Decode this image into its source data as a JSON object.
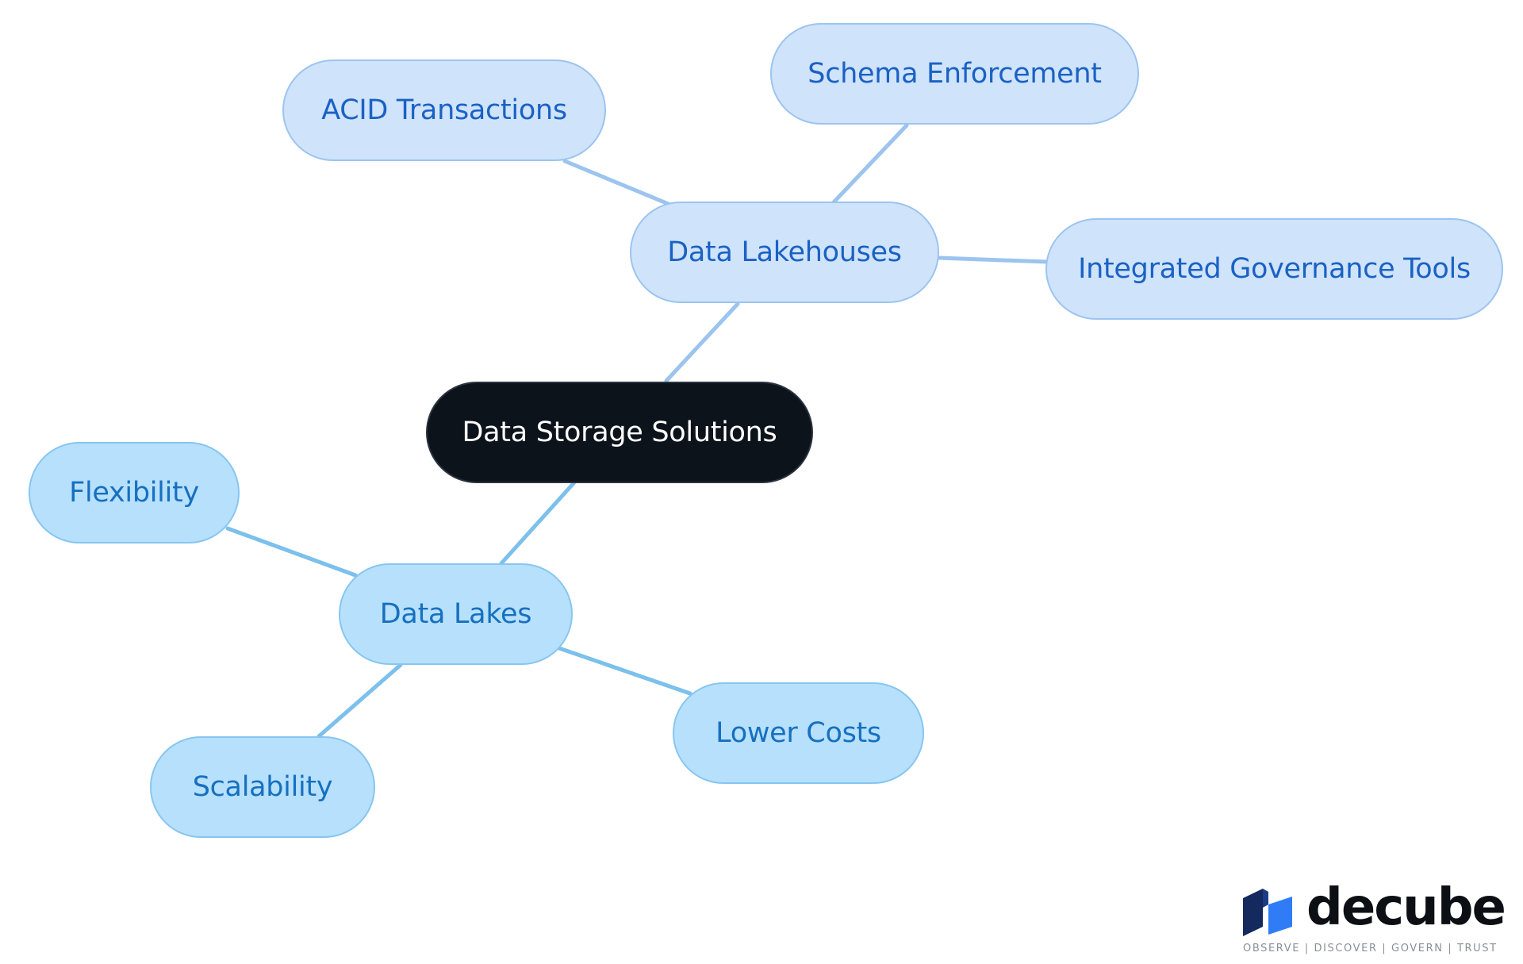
{
  "diagram": {
    "root": {
      "label": "Data Storage Solutions"
    },
    "branches": [
      {
        "id": "lakehouses",
        "label": "Data Lakehouses",
        "children": [
          {
            "label": "ACID Transactions"
          },
          {
            "label": "Schema Enforcement"
          },
          {
            "label": "Integrated Governance Tools"
          }
        ]
      },
      {
        "id": "lakes",
        "label": "Data Lakes",
        "children": [
          {
            "label": "Flexibility"
          },
          {
            "label": "Lower Costs"
          },
          {
            "label": "Scalability"
          }
        ]
      }
    ]
  },
  "branding": {
    "name": "decube",
    "tagline": "OBSERVE | DISCOVER | GOVERN | TRUST"
  },
  "colors": {
    "root_fill": "#0d131b",
    "lakehouse_fill": "#cfe3fb",
    "lakehouse_text": "#1a61c4",
    "lake_fill": "#b7e0fd",
    "lake_text": "#1670bf",
    "lakehouse_edge": "#9cc4ef",
    "lake_edge": "#7cc0ec",
    "logo_dark": "#14295e",
    "logo_blue": "#2f7cf6"
  }
}
